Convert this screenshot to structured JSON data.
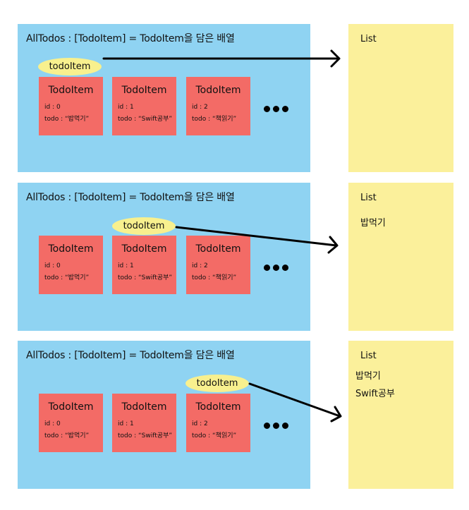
{
  "panels": [
    {
      "title": "AllTodos : [TodoItem] = TodoItem을 담은 배열",
      "pointer_label": "todoItem",
      "cards": [
        {
          "title": "TodoItem",
          "id": "id : 0",
          "todo": "todo : “밥먹기”"
        },
        {
          "title": "TodoItem",
          "id": "id : 1",
          "todo": "todo : “Swift공부”"
        },
        {
          "title": "TodoItem",
          "id": "id : 2",
          "todo": "todo : “책읽기”"
        }
      ],
      "list": {
        "title": "List",
        "items": []
      }
    },
    {
      "title": "AllTodos : [TodoItem] = TodoItem을 담은 배열",
      "pointer_label": "todoItem",
      "cards": [
        {
          "title": "TodoItem",
          "id": "id : 0",
          "todo": "todo : “밥먹기”"
        },
        {
          "title": "TodoItem",
          "id": "id : 1",
          "todo": "todo : “Swift공부”"
        },
        {
          "title": "TodoItem",
          "id": "id : 2",
          "todo": "todo : “책읽기”"
        }
      ],
      "list": {
        "title": "List",
        "items": [
          "밥먹기"
        ]
      }
    },
    {
      "title": "AllTodos : [TodoItem] = TodoItem을 담은 배열",
      "pointer_label": "todoItem",
      "cards": [
        {
          "title": "TodoItem",
          "id": "id : 0",
          "todo": "todo : “밥먹기”"
        },
        {
          "title": "TodoItem",
          "id": "id : 1",
          "todo": "todo : “Swift공부”"
        },
        {
          "title": "TodoItem",
          "id": "id : 2",
          "todo": "todo : “책읽기”"
        }
      ],
      "list": {
        "title": "List",
        "items": [
          "밥먹기",
          "Swift공부"
        ]
      }
    }
  ],
  "colors": {
    "panel_background": "#8fd3f2",
    "card_background": "#f36b66",
    "pointer_background": "#f8f08e",
    "list_background": "#fbf09b"
  }
}
